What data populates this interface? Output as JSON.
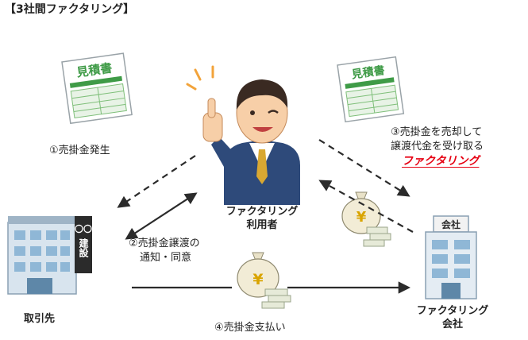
{
  "title": "【3社間ファクタリング】",
  "steps": {
    "step1": "①売掛金発生",
    "step2_line1": "②売掛金譲渡の",
    "step2_line2": "通知・同意",
    "step3_line1": "③売掛金を売却して",
    "step3_line2": "譲渡代金を受け取る",
    "step3_brand": "ファクタリング",
    "step4": "④売掛金支払い"
  },
  "parties": {
    "user_line1": "ファクタリング",
    "user_line2": "利用者",
    "customer": "取引先",
    "company_line1": "ファクタリング",
    "company_line2": "会社"
  },
  "illustrations": {
    "estimate_doc_text": "見積書",
    "customer_sign_circles": "〇〇",
    "customer_sign_text": "建設",
    "company_sign_text": "会社",
    "money_bag_symbol": "¥"
  },
  "colors": {
    "arrow": "#2b2b2b",
    "document_green": "#3f9b47",
    "brand_red": "#e60012",
    "suit": "#2e4a7a",
    "building": "#8fb7d6"
  }
}
